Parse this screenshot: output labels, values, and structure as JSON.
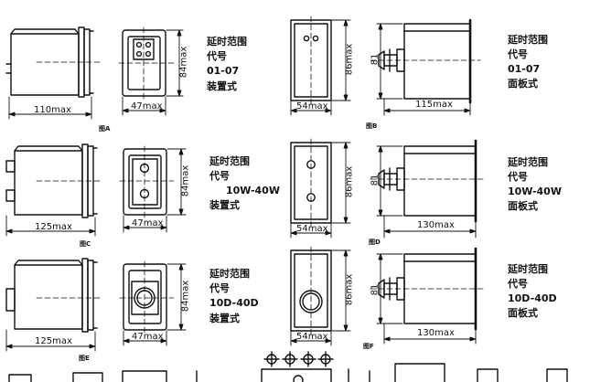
{
  "rows": [
    {
      "left": {
        "figure": "图A",
        "depth": "110max",
        "front_width": "47max",
        "height": "84max",
        "spec": [
          "延时范围",
          "代号",
          "01-07",
          "装置式"
        ]
      },
      "right": {
        "figure": "图B",
        "front_width": "54max",
        "height_front": "86max",
        "height_side": "81",
        "depth": "115max",
        "spec": [
          "延时范围",
          "代号",
          "01-07",
          "面板式"
        ]
      }
    },
    {
      "left": {
        "figure": "图C",
        "depth": "125max",
        "front_width": "47max",
        "height": "84max",
        "spec": [
          "延时范围",
          "代号",
          "10W-40W",
          "装置式"
        ]
      },
      "right": {
        "figure": "图D",
        "front_width": "54max",
        "height_front": "86max",
        "height_side": "81",
        "depth": "130max",
        "spec": [
          "延时范围",
          "代号",
          "10W-40W",
          "面板式"
        ]
      }
    },
    {
      "left": {
        "figure": "图E",
        "depth": "125max",
        "front_width": "47max",
        "height": "84max",
        "spec": [
          "延时范围",
          "代号",
          "10D-40D",
          "装置式"
        ]
      },
      "right": {
        "figure": "图F",
        "front_width": "54max",
        "height_front": "86max",
        "height_side": "81",
        "depth": "130max",
        "spec": [
          "延时范围",
          "代号",
          "10D-40D",
          "面板式"
        ]
      }
    }
  ],
  "colors": {
    "ink": "#111111",
    "paper": "#ffffff"
  }
}
